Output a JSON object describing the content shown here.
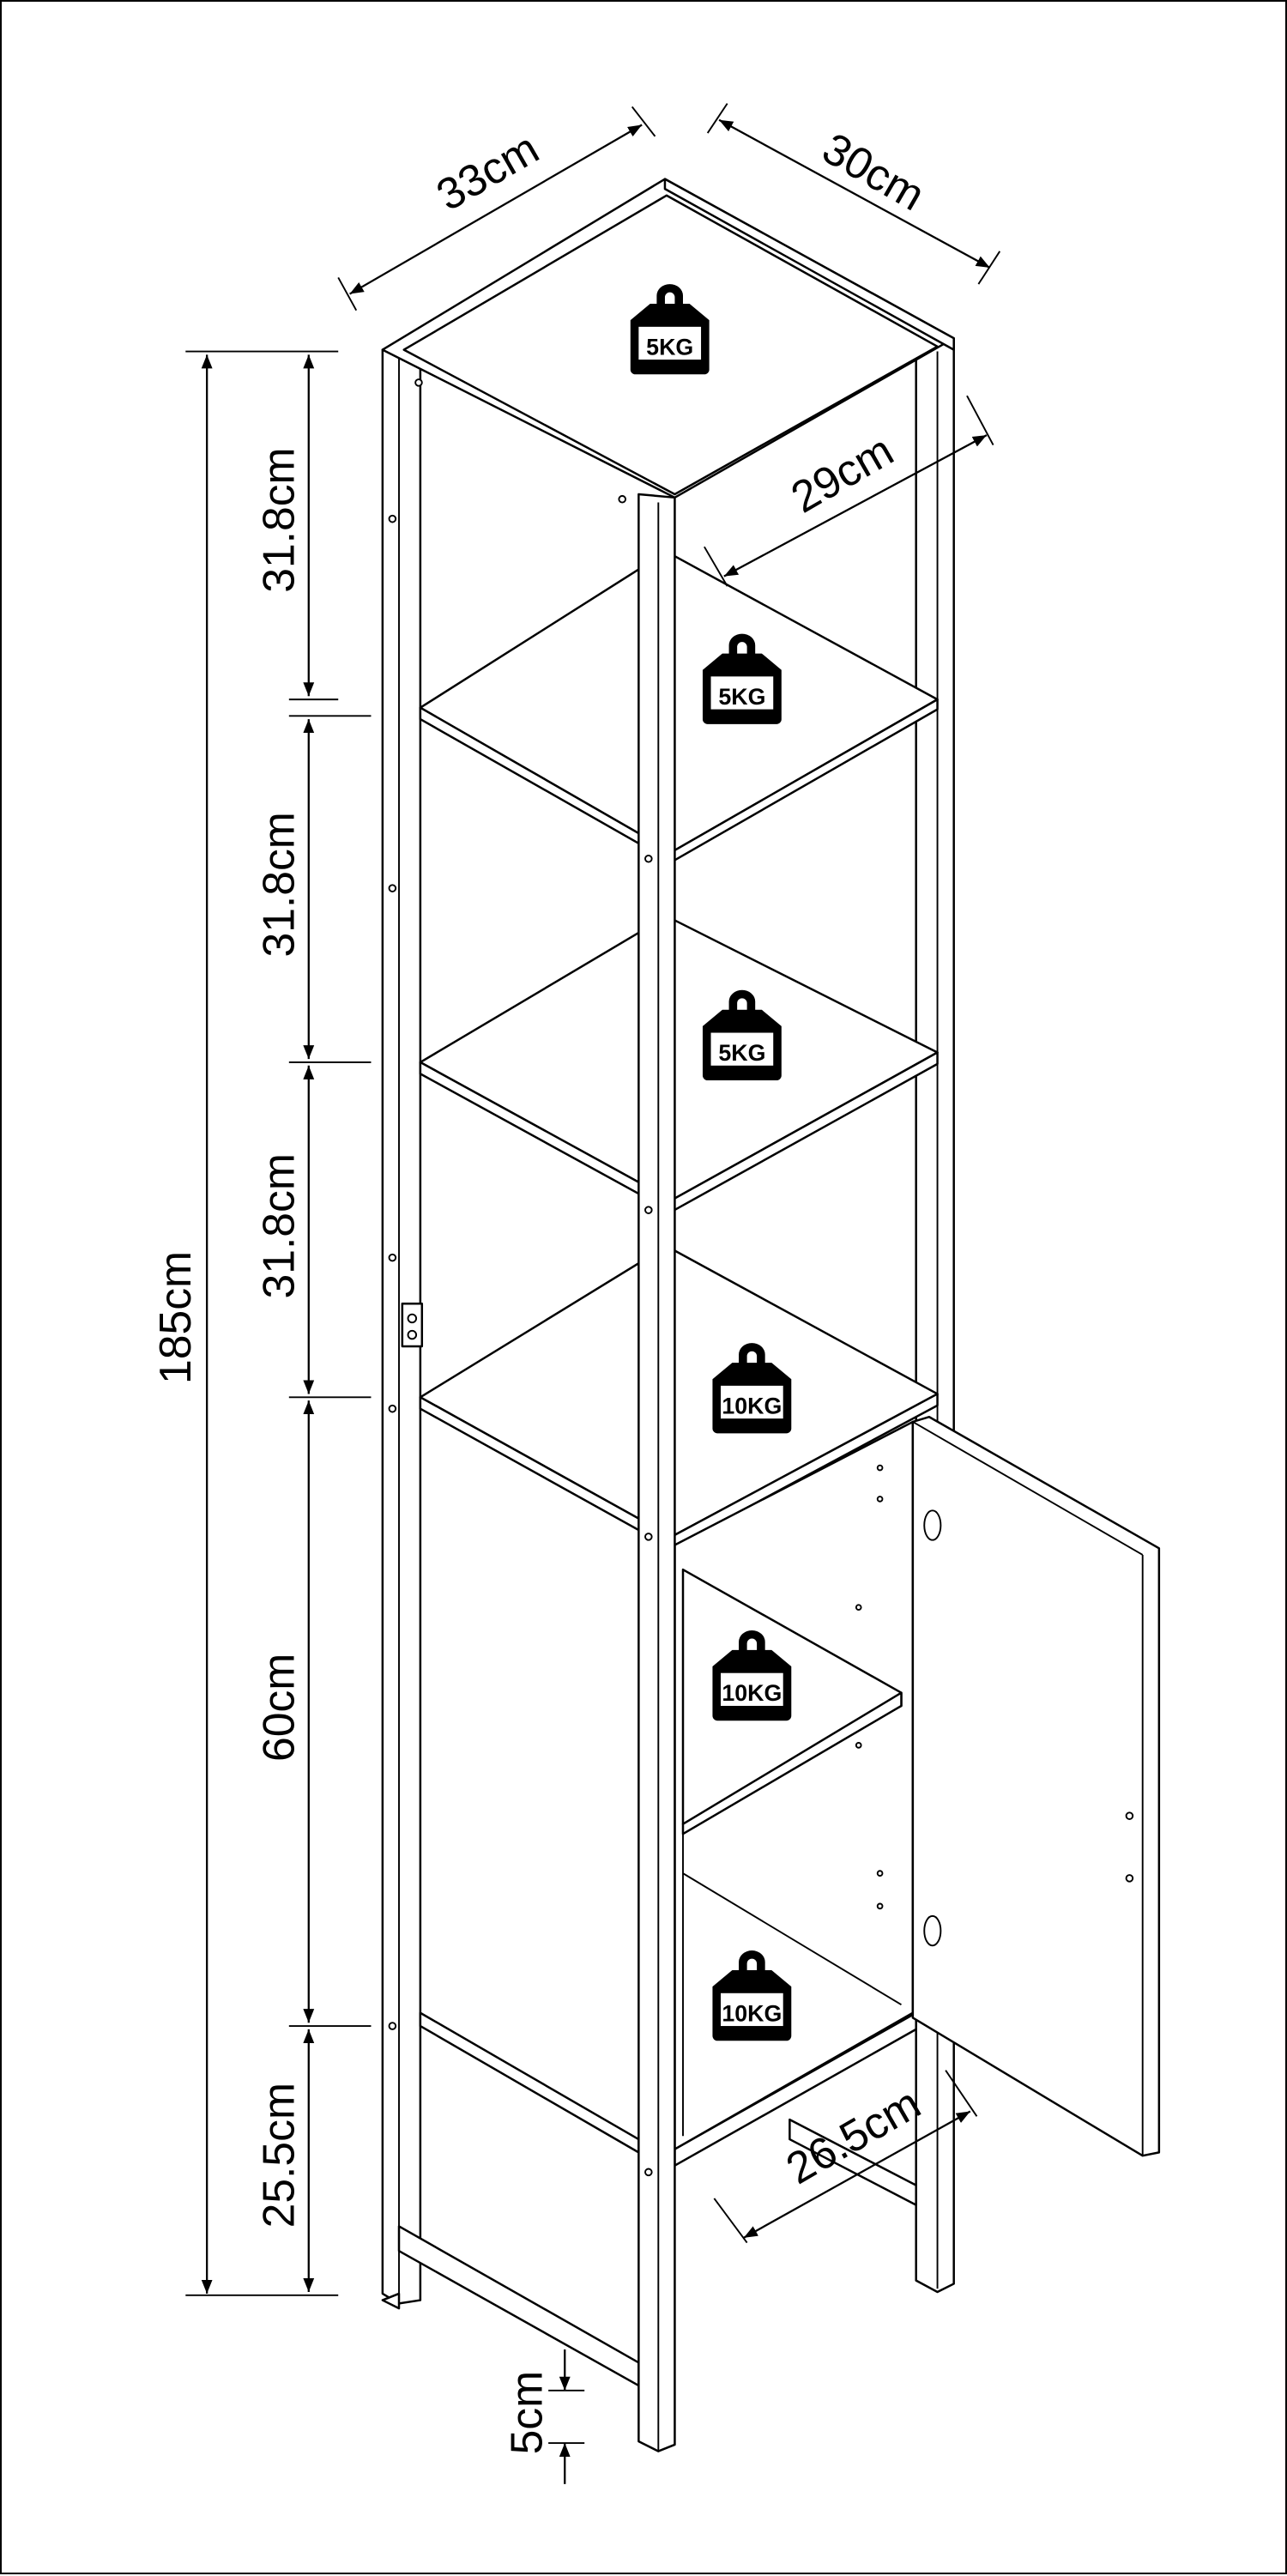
{
  "dimensions": {
    "width_top": "33cm",
    "depth_top": "30cm",
    "inner_depth": "29cm",
    "cabinet_depth": "26.5cm",
    "total_height": "185cm",
    "shelf_1": "31.8cm",
    "shelf_2": "31.8cm",
    "shelf_3": "31.8cm",
    "cabinet": "60cm",
    "bottom": "25.5cm",
    "leg": "5cm"
  },
  "weights": [
    {
      "label": "5KG",
      "icon": "weight-icon"
    },
    {
      "label": "5KG",
      "icon": "weight-icon"
    },
    {
      "label": "5KG",
      "icon": "weight-icon"
    },
    {
      "label": "10KG",
      "icon": "weight-icon"
    },
    {
      "label": "10KG",
      "icon": "weight-icon"
    },
    {
      "label": "10KG",
      "icon": "weight-icon"
    }
  ]
}
